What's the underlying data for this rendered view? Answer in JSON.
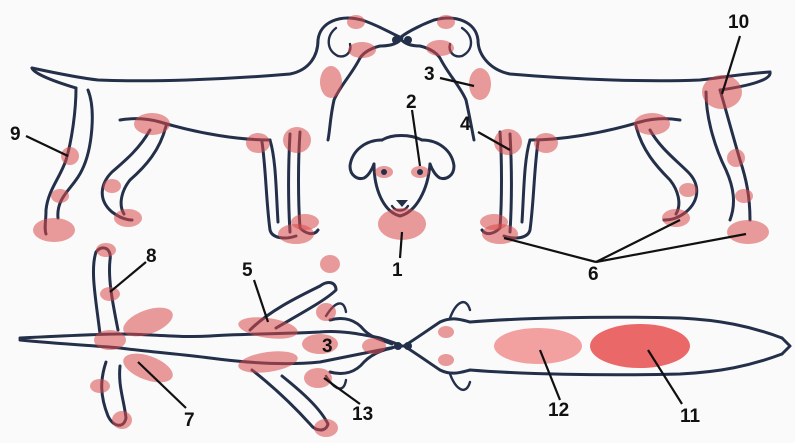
{
  "diagram": {
    "labels": [
      {
        "id": "1",
        "text": "1"
      },
      {
        "id": "2",
        "text": "2"
      },
      {
        "id": "3a",
        "text": "3"
      },
      {
        "id": "3b",
        "text": "3"
      },
      {
        "id": "4",
        "text": "4"
      },
      {
        "id": "5",
        "text": "5"
      },
      {
        "id": "6",
        "text": "6"
      },
      {
        "id": "7",
        "text": "7"
      },
      {
        "id": "8",
        "text": "8"
      },
      {
        "id": "9",
        "text": "9"
      },
      {
        "id": "10",
        "text": "10"
      },
      {
        "id": "11",
        "text": "11"
      },
      {
        "id": "12",
        "text": "12"
      },
      {
        "id": "13",
        "text": "13"
      }
    ],
    "colors": {
      "outline": "#24304a",
      "highlight": "#d94a4a",
      "background": "#fafafa"
    }
  }
}
